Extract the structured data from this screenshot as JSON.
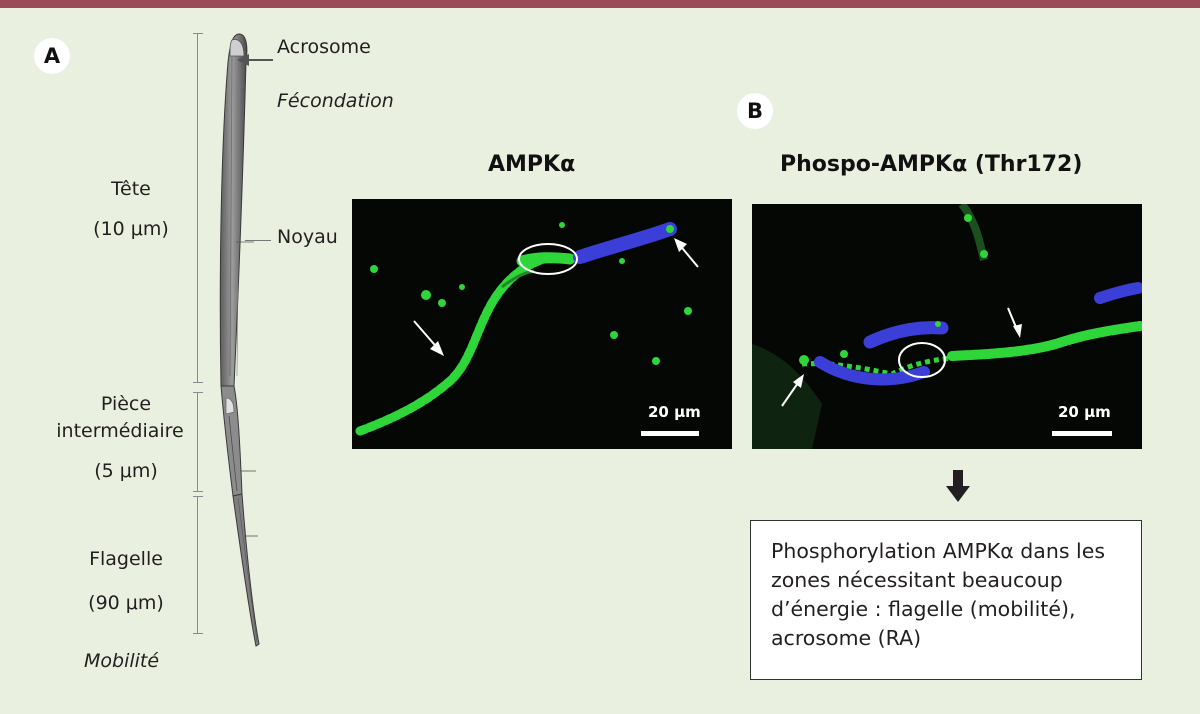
{
  "header_bar": {
    "color": "#9c4a5a"
  },
  "panel_a": {
    "badge": "A",
    "labels": {
      "acrosome": "Acrosome",
      "fecondation": "Fécondation",
      "noyau": "Noyau",
      "tete": "Tête",
      "tete_size": "(10 μm)",
      "piece_line1": "Pièce",
      "piece_line2": "intermédiaire",
      "piece_size": "(5 μm)",
      "flagelle": "Flagelle",
      "flagelle_size": "(90 μm)",
      "mobilite": "Mobilité"
    }
  },
  "panel_b": {
    "badge": "B",
    "left_image": {
      "title": "AMPKα",
      "scale": "20 μm"
    },
    "right_image": {
      "title": "Phospo-AMPKα (Thr172)",
      "scale": "20 μm"
    },
    "result_text": "Phosphorylation AMPKα dans les zones nécessitant beaucoup d’énergie : flagelle (mobilité), acrosome (RA)",
    "colors": {
      "stain_green": "#2fd63a",
      "stain_blue": "#3b3fd8",
      "background": "#050705"
    }
  }
}
